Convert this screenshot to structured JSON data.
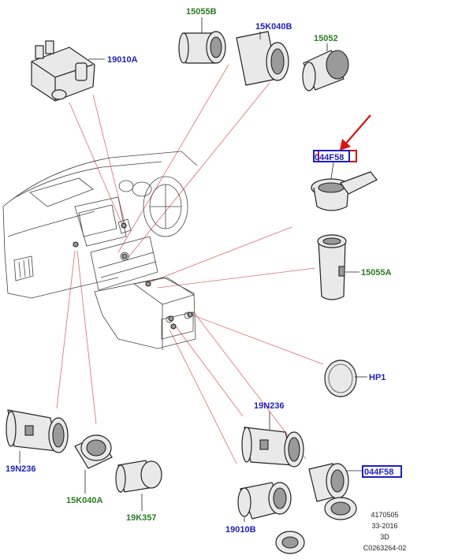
{
  "labels": {
    "l_15055B": {
      "text": "15055B",
      "color": "#2a7a22"
    },
    "l_15K040B": {
      "text": "15K040B",
      "color": "#1e1ec8"
    },
    "l_15052": {
      "text": "15052",
      "color": "#2a7a22"
    },
    "l_19010A": {
      "text": "19010A",
      "color": "#1e1ec8"
    },
    "l_044F58_top": {
      "text": "044F58",
      "color": "#1e1ec8"
    },
    "l_15055A": {
      "text": "15055A",
      "color": "#2a7a22"
    },
    "l_HP1": {
      "text": "HP1",
      "color": "#1e1ec8"
    },
    "l_19N236_right": {
      "text": "19N236",
      "color": "#1e1ec8"
    },
    "l_044F58_bottom": {
      "text": "044F58",
      "color": "#1e1ec8"
    },
    "l_19N236_left": {
      "text": "19N236",
      "color": "#1e1ec8"
    },
    "l_15K040A": {
      "text": "15K040A",
      "color": "#2a7a22"
    },
    "l_19K357": {
      "text": "19K357",
      "color": "#2a7a22"
    },
    "l_19010B": {
      "text": "19010B",
      "color": "#1e1ec8"
    }
  },
  "reference": {
    "line1": "4170505",
    "line2": "33-2016",
    "line3": "3D",
    "line4": "C0263264-02"
  },
  "highlight": {
    "red_box_color": "#e01010",
    "blue_box_color": "#1e1ec8",
    "arrow_color": "#e01010"
  }
}
